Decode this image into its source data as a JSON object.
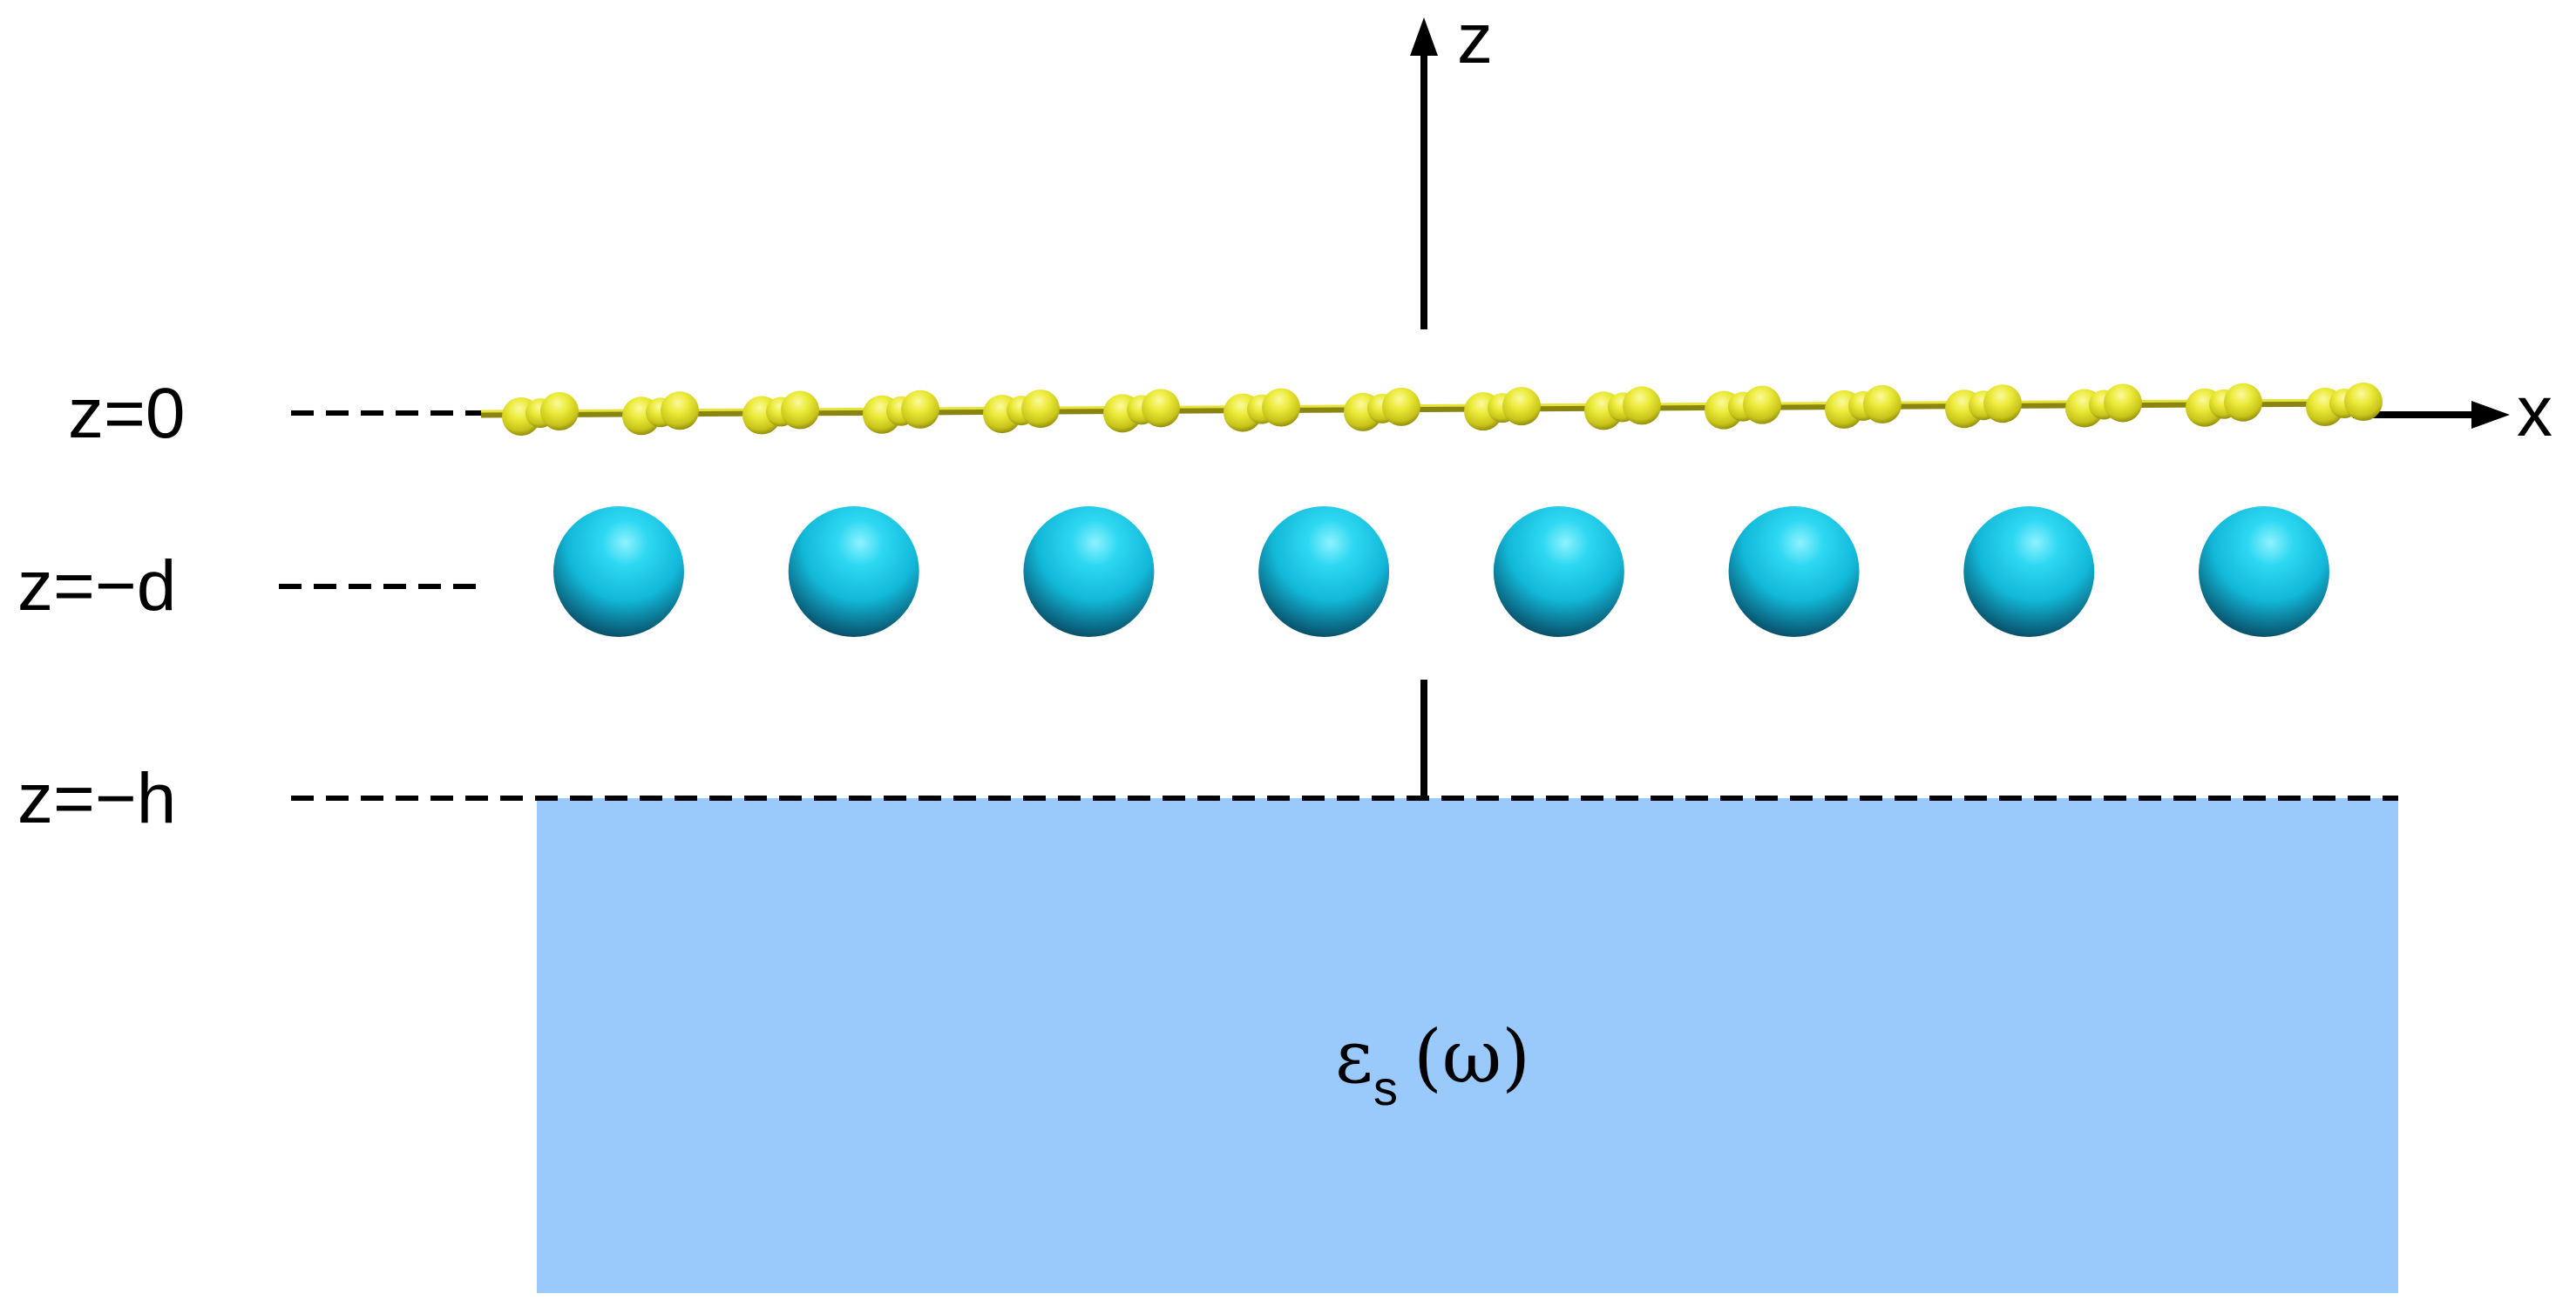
{
  "axes": {
    "z_label": "z",
    "x_label": "x"
  },
  "levels": {
    "z0": "z=0",
    "zd": "z=−d",
    "zh": "z=−h"
  },
  "substrate": {
    "epsilon_symbol": "ε",
    "epsilon_subscript": "s",
    "omega_argument": "(ω)",
    "fill_color": "#99CAFB"
  },
  "top_layer": {
    "atom_pairs": 16,
    "color": "#E8E62A"
  },
  "middle_layer": {
    "sphere_count": 8,
    "color": "#12C6E6"
  }
}
